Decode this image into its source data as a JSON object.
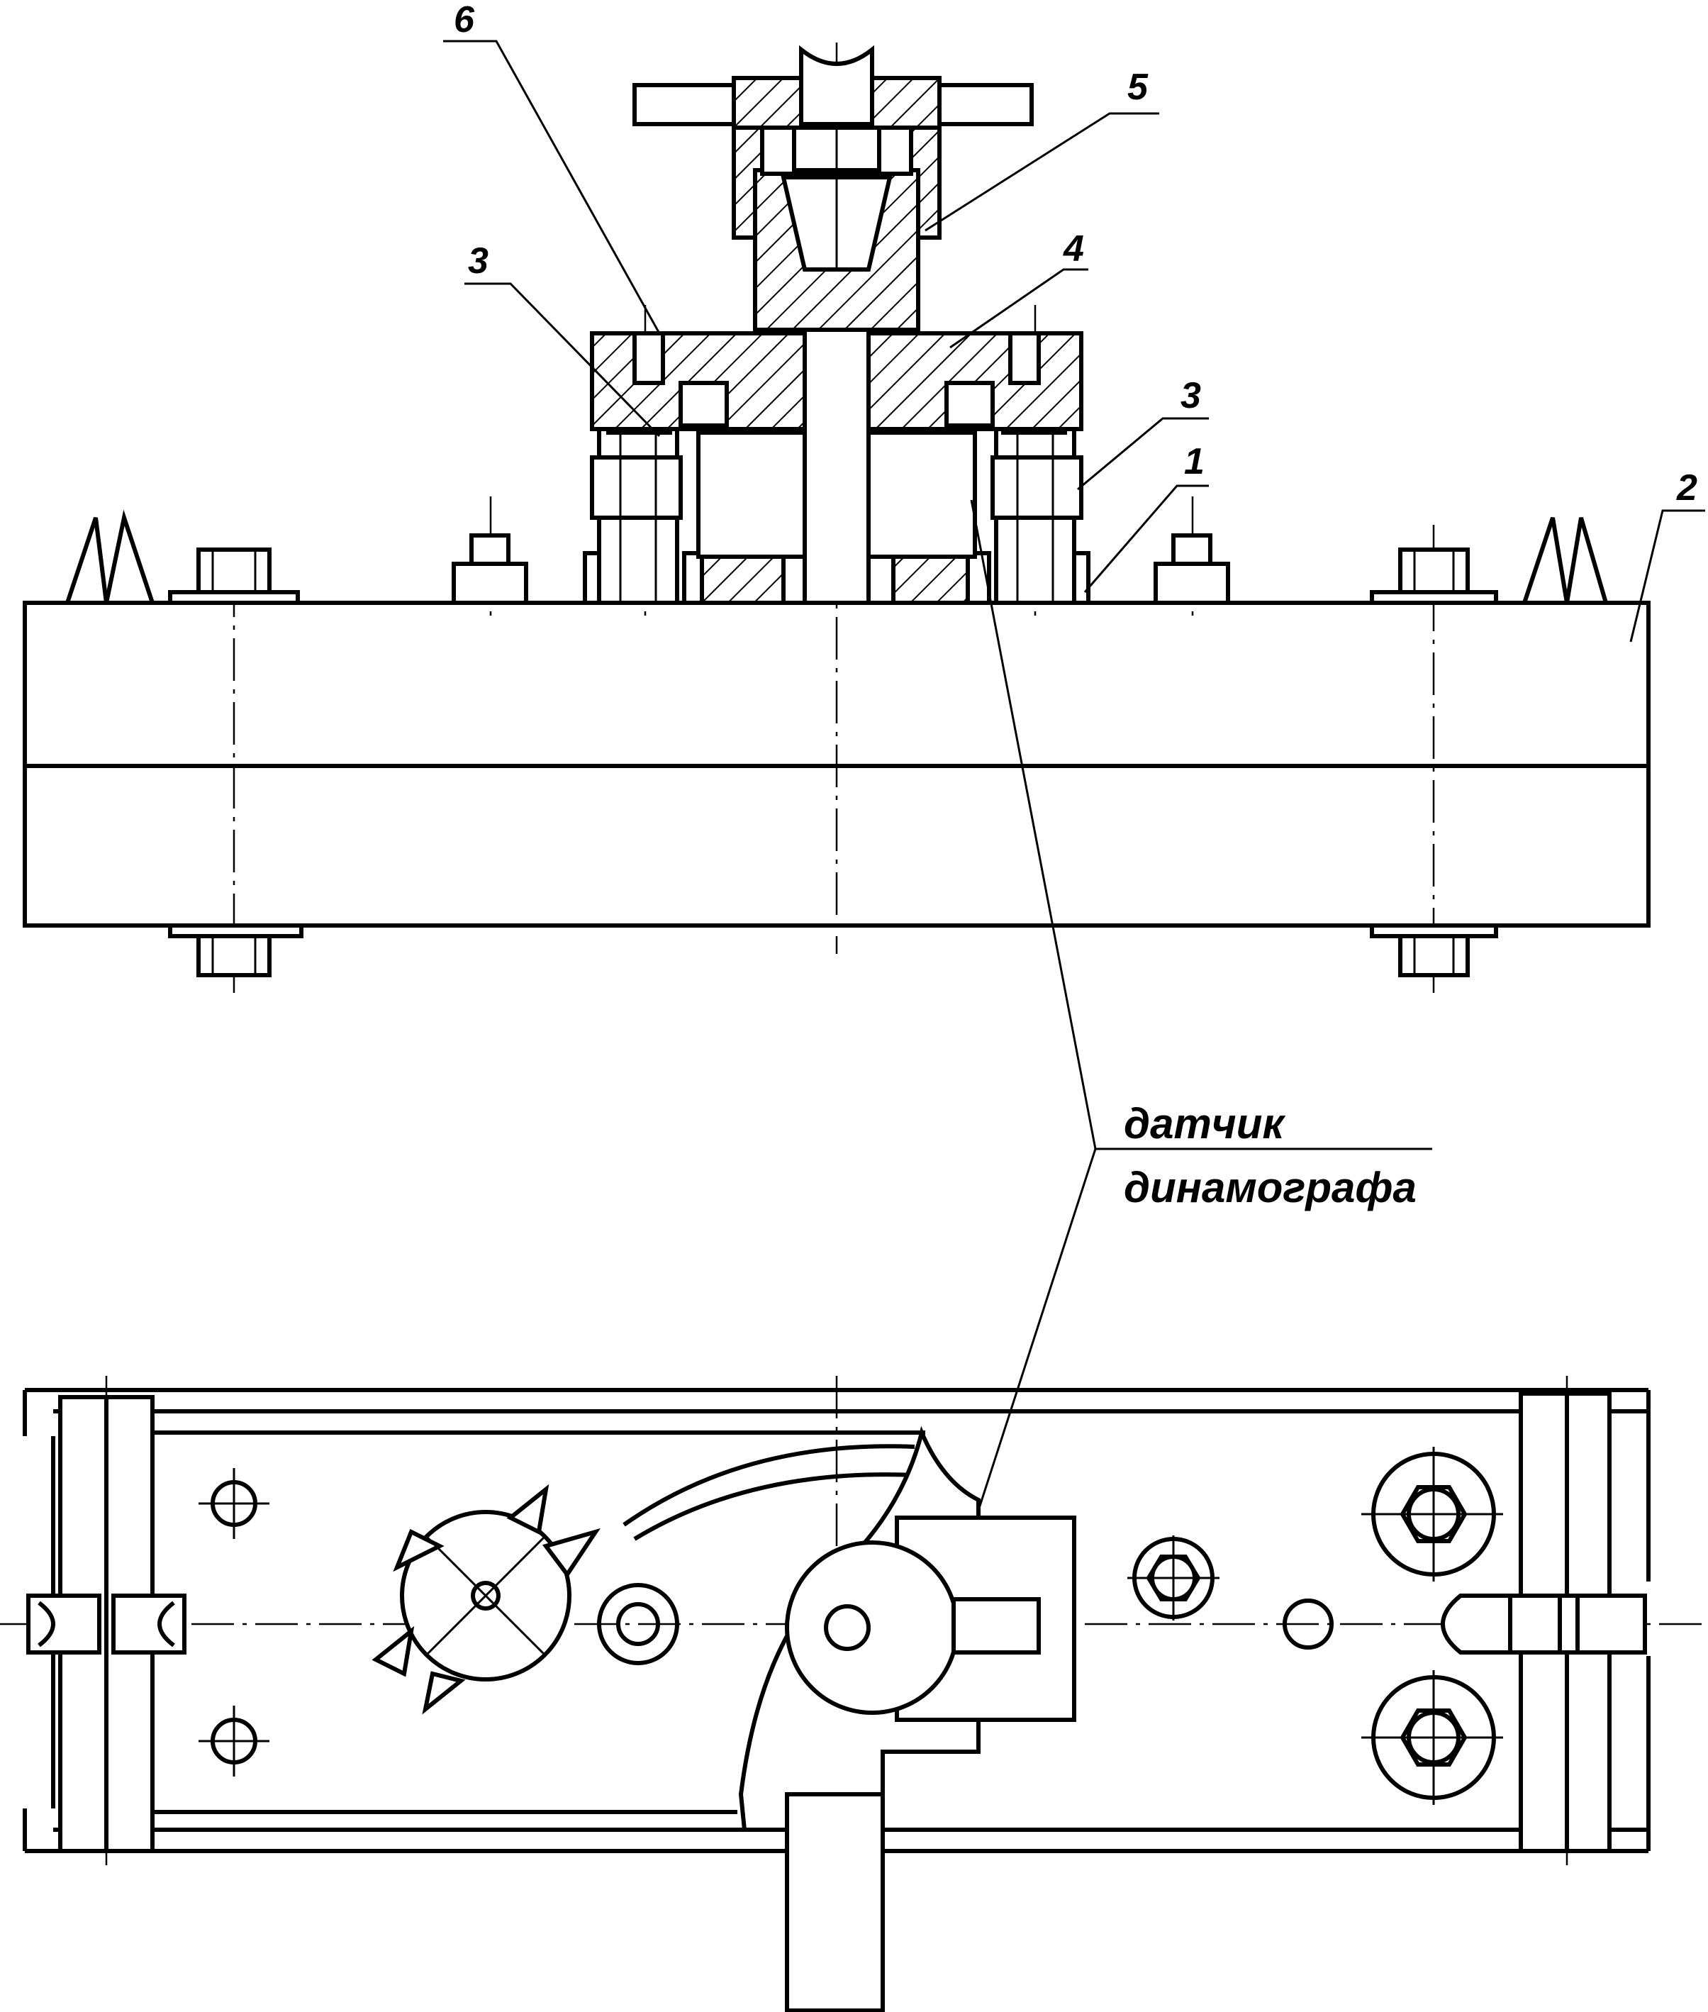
{
  "labels": {
    "part_1": "1",
    "part_2": "2",
    "part_3_left": "3",
    "part_3_right": "3",
    "part_4": "4",
    "part_5": "5",
    "part_6": "6"
  },
  "sensor_caption": {
    "line1": "датчик",
    "line2": "динамографа"
  }
}
